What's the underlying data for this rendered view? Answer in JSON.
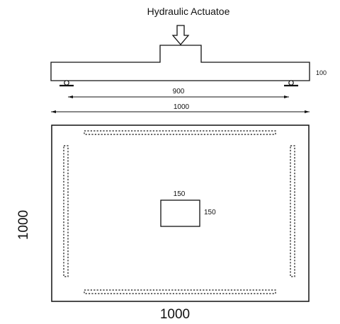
{
  "title": "Hydraulic Actuatoe",
  "elevation": {
    "thickness_label": "100",
    "span_label": "900",
    "length_label": "1000"
  },
  "plan": {
    "column_width_label": "150",
    "column_depth_label": "150",
    "width_label": "1000",
    "height_label": "1000"
  }
}
